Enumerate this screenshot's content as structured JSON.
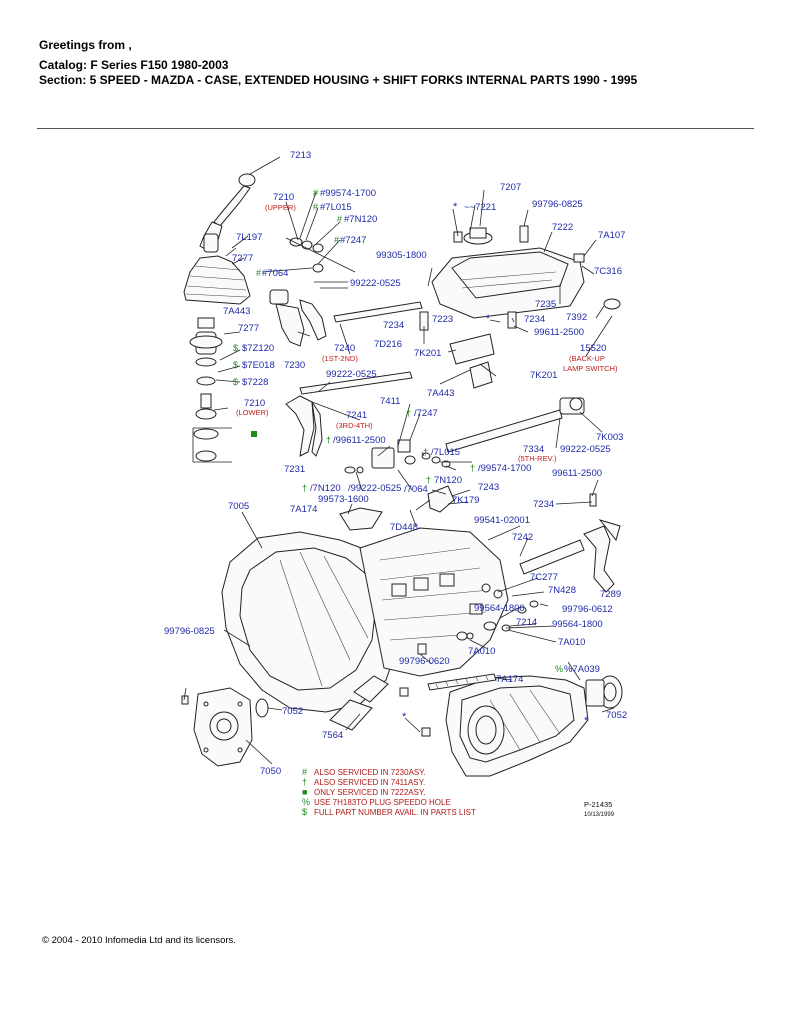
{
  "header": {
    "greeting": "Greetings from  ,",
    "catalog": "Catalog: F Series F150 1980-2003",
    "section": "Section: 5 SPEED - MAZDA - CASE, EXTENDED HOUSING + SHIFT FORKS INTERNAL PARTS 1990 - 1995"
  },
  "parts": {
    "p7213": "7213",
    "p7210u": "7210",
    "p7210u_note": "(UPPER)",
    "p99574": "#99574-1700",
    "p7L015a": "#7L015",
    "p7N120a": "#7N120",
    "p7247a": "#7247",
    "p7207": "7207",
    "p7221": "~~7221",
    "p99796_0825a": "99796-0825",
    "p7222": "7222",
    "p7A107": "7A107",
    "p7L197": "7L197",
    "p7277a": "7277",
    "p7064a": "#7064",
    "p99305": "99305-1800",
    "p99222_0525a": "99222-0525",
    "p7C316": "7C316",
    "p7235": "7235",
    "p7392": "7392",
    "p7A443a": "7A443",
    "p7234a": "7234",
    "p7223": "7223",
    "p7234b": "7234",
    "p99611_2500a": "99611-2500",
    "p7277b": "7277",
    "p7D216": "7D216",
    "p7K201a": "7K201",
    "p15520": "15520",
    "p15520_note1": "(BACK-UP",
    "p15520_note2": "LAMP SWITCH)",
    "p7Z120": "$7Z120",
    "p7230": "7230",
    "p7240": "7240",
    "p7240_note": "(1ST-2ND)",
    "p7E018": "$7E018",
    "p7228": "$7228",
    "p99222_0525b": "99222-0525",
    "p7K201b": "7K201",
    "p7A443b": "7A443",
    "p7210l": "7210",
    "p7210l_note": "(LOWER)",
    "p7411": "7411",
    "p7247b": "/7247",
    "p7241": "7241",
    "p7241_note": "(3RD-4TH)",
    "p7K003": "7K003",
    "p99611_2500b": "/99611-2500",
    "p7L015b": "/7L015",
    "p7334": "7334",
    "p7334_note": "(5TH-REV.)",
    "p99222_0525c": "99222-0525",
    "p7231": "7231",
    "p99574b": "/99574-1700",
    "p7N120b": "/7N120",
    "p99222_0525d": "/99222-0525",
    "p7064b": "/7064",
    "p7N120c": "7N120",
    "p99611_2500c": "99611-2500",
    "p7243": "7243",
    "p99573": "99573-1600",
    "p7K179": "7K179",
    "p7005": "7005",
    "p7A174a": "7A174",
    "p7234c": "7234",
    "p99541": "99541-02001",
    "p7D448": "7D448",
    "p7242": "7242",
    "p7C277": "7C277",
    "p7N428": "7N428",
    "p7289": "7289",
    "p99564a": "99564-1800",
    "p99796_0612": "99796-0612",
    "p7214": "7214",
    "p99564b": "99564-1800",
    "p99796_0825b": "99796-0825",
    "p7A010a": "7A010",
    "p7A010b": "7A010",
    "p99796_0620": "99796-0620",
    "p7A039": "%7A039",
    "p7A174b": "7A174",
    "p7052a": "7052",
    "p7564": "7564",
    "p7052b": "7052",
    "p7050": "7050"
  },
  "legend": {
    "l1_sym": "#",
    "l1": "ALSO SERVICED IN  7230ASY.",
    "l2_sym": "†",
    "l2": "ALSO SERVICED IN  7411ASY.",
    "l3_sym": "■",
    "l3": "ONLY SERVICED IN  7222ASY.",
    "l4_sym": "%",
    "l4": "USE 7H183TO PLUG SPEEDO HOLE",
    "l5_sym": "$",
    "l5": "FULL PART NUMBER AVAIL. IN PARTS LIST"
  },
  "drawing_id": "P-21435",
  "drawing_date": "10/13/1999",
  "footer": {
    "copyright": "© 2004 - 2010 Infomedia Ltd and its licensors."
  },
  "colors": {
    "part_label": "#1f2aa8",
    "note_red": "#c11a1a",
    "marker_green": "#1d8a1d",
    "line": "#222222"
  }
}
